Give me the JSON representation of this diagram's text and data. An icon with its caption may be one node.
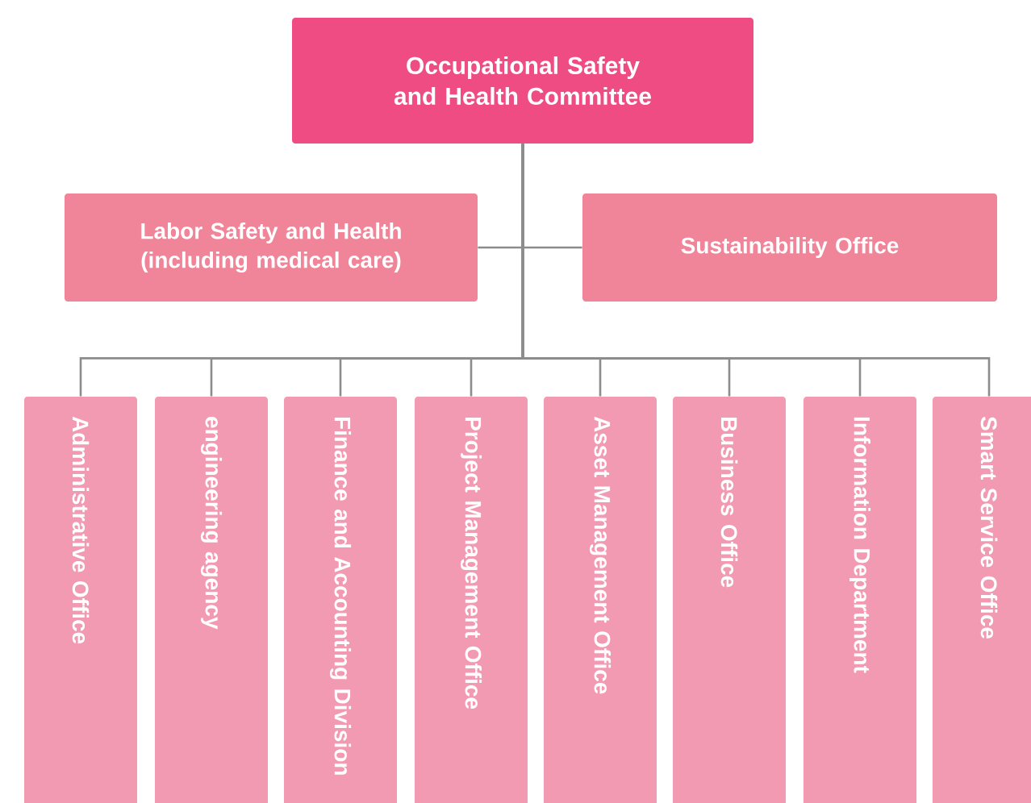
{
  "diagram": {
    "nodes": [
      {
        "text": [
          "Occupational Safety and Health Committee"
        ]
      },
      {
        "text": [
          "Labor Safety and Health (including medical care)"
        ]
      },
      {
        "text": [
          "Sustainability Office"
        ]
      },
      {
        "text": [
          "Administrative Office"
        ]
      },
      {
        "text": [
          "engineering agency"
        ]
      },
      {
        "text": [
          "Finance and Accounting Division"
        ]
      },
      {
        "text": [
          "Project Management Office"
        ]
      },
      {
        "text": [
          "Asset Management Office"
        ]
      },
      {
        "text": [
          "Business Office"
        ]
      },
      {
        "text": [
          "Information Department"
        ]
      },
      {
        "text": [
          "Smart Service Office"
        ]
      }
    ],
    "edges": [
      {
        "from": 0,
        "to": 1,
        "arrow": "none"
      },
      {
        "from": 0,
        "to": 2,
        "arrow": "none"
      },
      {
        "from": 0,
        "to": 3,
        "arrow": "none"
      },
      {
        "from": 0,
        "to": 4,
        "arrow": "none"
      },
      {
        "from": 0,
        "to": 5,
        "arrow": "none"
      },
      {
        "from": 0,
        "to": 6,
        "arrow": "none"
      },
      {
        "from": 0,
        "to": 7,
        "arrow": "none"
      },
      {
        "from": 0,
        "to": 8,
        "arrow": "none"
      },
      {
        "from": 0,
        "to": 9,
        "arrow": "none"
      },
      {
        "from": 0,
        "to": 10,
        "arrow": "none"
      }
    ]
  }
}
